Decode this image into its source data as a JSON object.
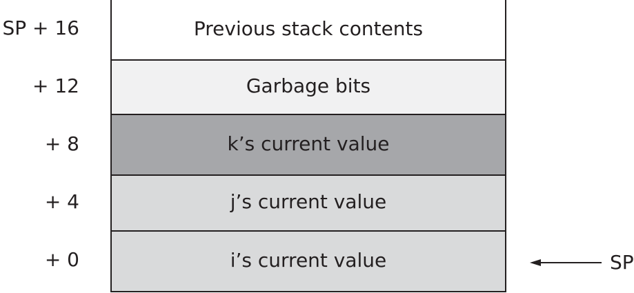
{
  "stack_cells": [
    {
      "label": "Previous stack contents"
    },
    {
      "label": "Garbage bits"
    },
    {
      "label": "k’s current value"
    },
    {
      "label": "j’s current value"
    },
    {
      "label": "i’s current value"
    }
  ],
  "offsets": [
    "SP + 16",
    "+ 12",
    "+ 8",
    "+ 4",
    "+ 0"
  ],
  "pointer": {
    "label": "SP"
  },
  "colors": {
    "line": "#231f20",
    "previous": "#ffffff",
    "garbage": "#f1f1f2",
    "k": "#a6a7aa",
    "j": "#d9dadb",
    "i": "#d9dadb"
  }
}
